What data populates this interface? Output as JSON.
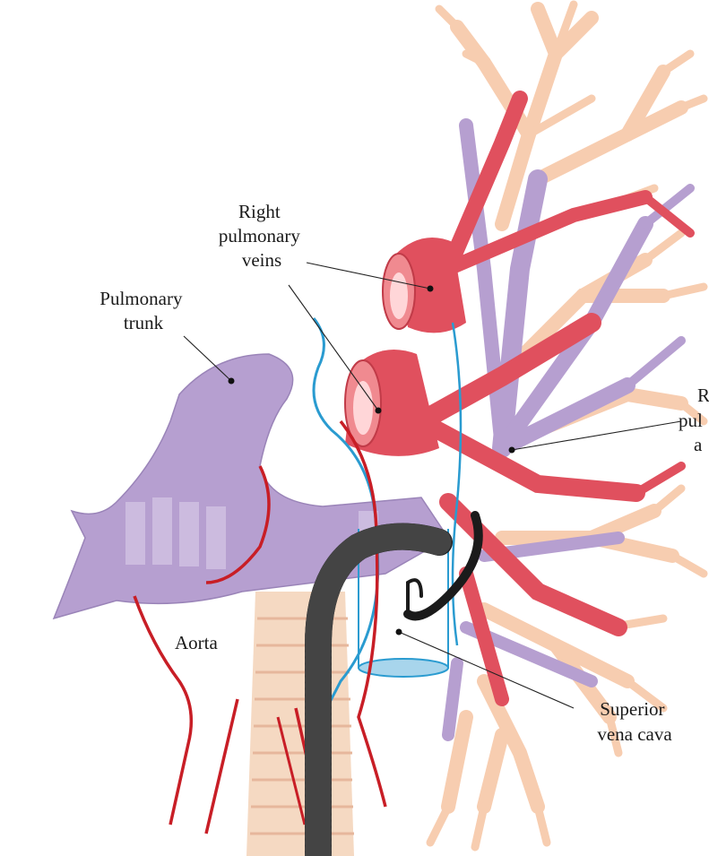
{
  "labels": {
    "right_pulmonary_veins": [
      "Right",
      "pulmonary",
      "veins"
    ],
    "pulmonary_trunk": [
      "Pulmonary",
      "trunk"
    ],
    "aorta": "Aorta",
    "superior_vena_cava": [
      "Superior",
      "vena cava"
    ],
    "right_pulmonary_artery_partial": [
      "R",
      "pul",
      "a"
    ]
  },
  "colors": {
    "bronchi": "#f7cdb0",
    "bronchi_outline": "#e6a987",
    "veins": "#e0505e",
    "vein_light": "#f08a90",
    "artery": "#b69fd0",
    "artery_light": "#d2c3e3",
    "trachea": "#f5d9c2",
    "nerve_red": "#c81e26",
    "nerve_blue": "#2a9bd0",
    "endoscope": "#1b1b1b"
  }
}
